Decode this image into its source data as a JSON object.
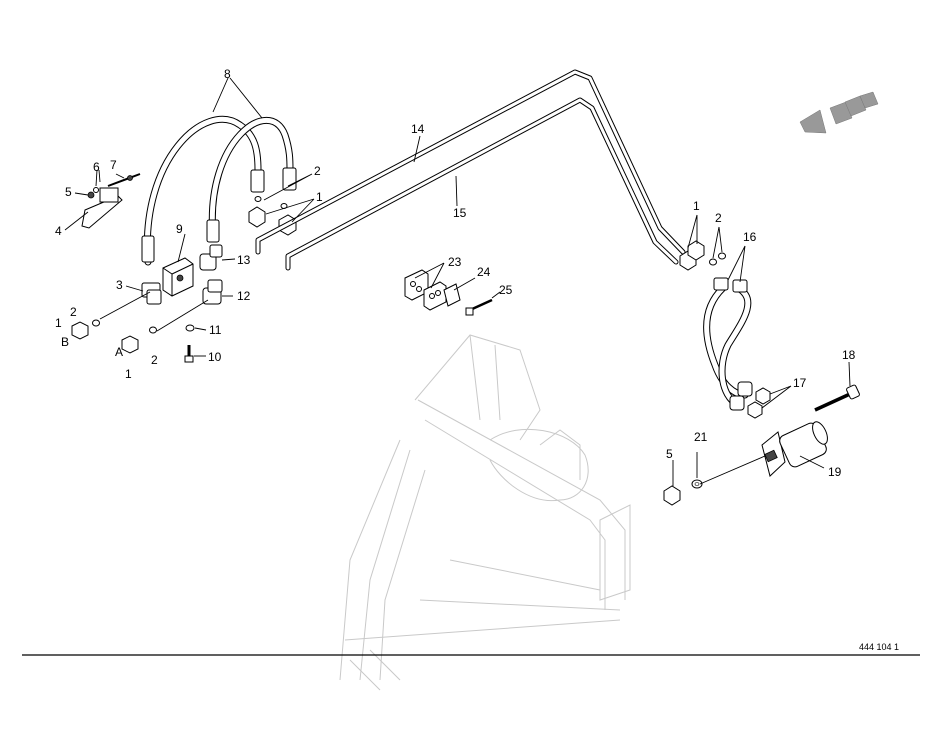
{
  "drawing_number": "444 104 1",
  "callouts": {
    "c1a": "1",
    "c1b": "1",
    "c1c": "1",
    "c1d": "1",
    "c2a": "2",
    "c2b": "2",
    "c2c": "2",
    "c3": "3",
    "c4": "4",
    "c5a": "5",
    "c5b": "5",
    "c6": "6",
    "c7": "7",
    "c8": "8",
    "c9": "9",
    "c10": "10",
    "c11": "11",
    "c12": "12",
    "c13": "13",
    "c14": "14",
    "c15": "15",
    "c16": "16",
    "c17": "17",
    "c18": "18",
    "c19": "19",
    "c21": "21",
    "c23": "23",
    "c24": "24",
    "c25": "25",
    "labelA": "A",
    "labelB": "B"
  },
  "direction_arrow_icon": "travel-direction-arrow-icon"
}
